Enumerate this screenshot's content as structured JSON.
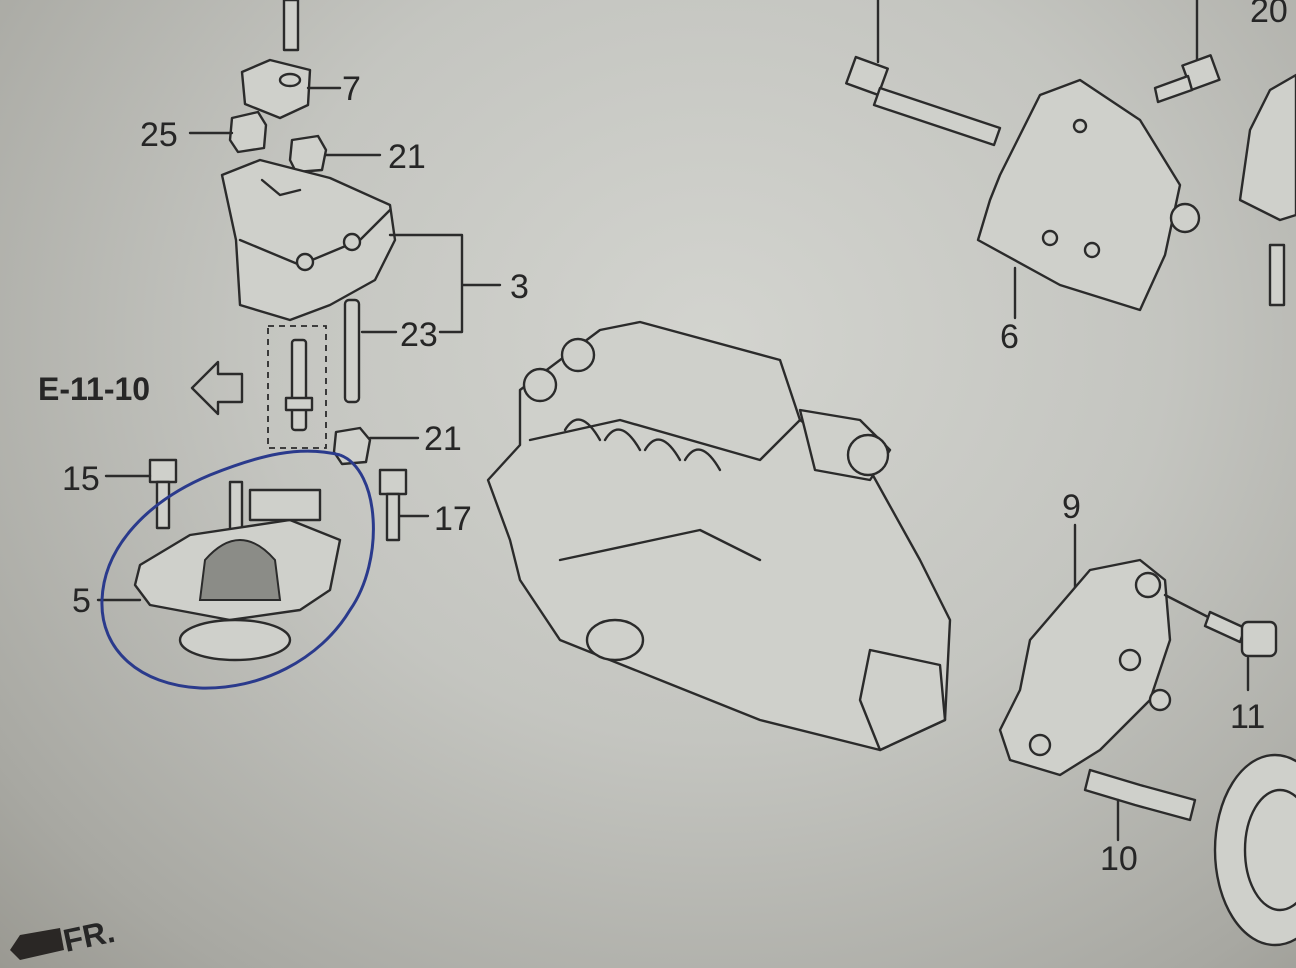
{
  "diagram": {
    "reference": "E-11-10",
    "front_marker": "FR.",
    "part_labels": {
      "p7": "7",
      "p25": "25",
      "p21a": "21",
      "p3": "3",
      "p23": "23",
      "p21b": "21",
      "p15": "15",
      "p17": "17",
      "p5": "5",
      "p6": "6",
      "p9": "9",
      "p11": "11",
      "p10": "10",
      "p20": "20"
    },
    "highlight_color": "#2a3a8c",
    "ink_color": "#2b2b2b"
  }
}
